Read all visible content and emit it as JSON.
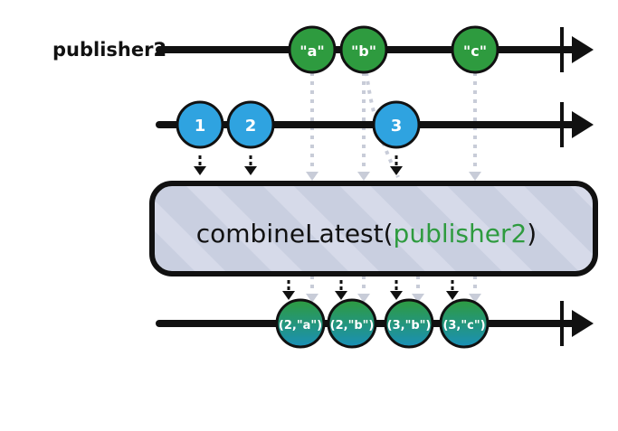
{
  "labels": {
    "upper_stream": "publisher2",
    "operator_name": "combineLatest",
    "operator_open": "(",
    "operator_arg": "publisher2",
    "operator_close": ")"
  },
  "streams": {
    "upper_values": [
      "\"a\"",
      "\"b\"",
      "\"c\""
    ],
    "source_values": [
      "1",
      "2",
      "3"
    ],
    "output_values": [
      "(2,\"a\")",
      "(2,\"b\")",
      "(3,\"b\")",
      "(3,\"c\")"
    ]
  },
  "colors": {
    "upper_marble": "#2e9b3f",
    "source_marble": "#2fa3e0",
    "output_marble_top": "#2e9b3f",
    "output_marble_bottom": "#1a90b8",
    "operator_fill": "#c9cfe0",
    "operator_stripe": "#d8dceb",
    "arg_text": "#2e9b3f",
    "dotted_line": "#c8ccd8"
  }
}
